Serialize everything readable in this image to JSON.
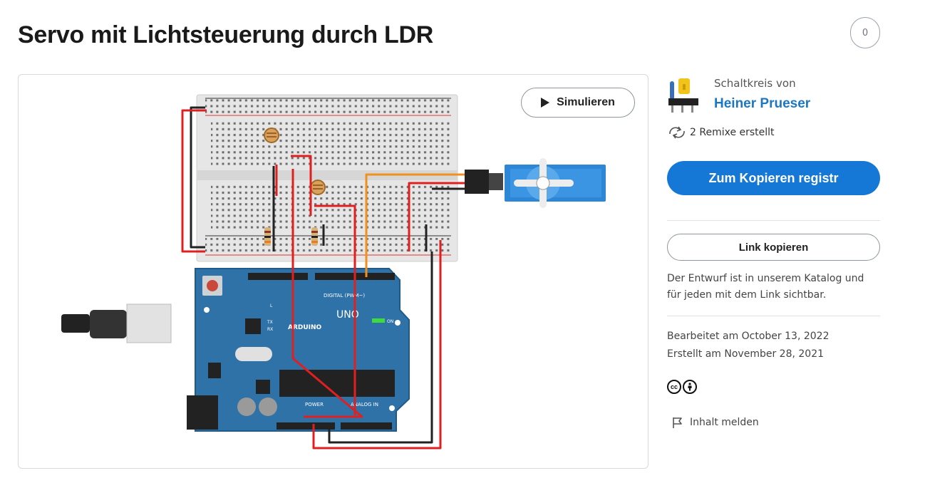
{
  "page": {
    "title": "Servo mit Lichtsteuerung durch LDR",
    "like_count": "0"
  },
  "viewer": {
    "simulate_label": "Simulieren",
    "board_labels": {
      "digital": "DIGITAL (PWM~)",
      "brand": "ARDUINO",
      "model": "UNO",
      "power": "POWER",
      "analog": "ANALOG IN",
      "on": "ON",
      "l": "L",
      "tx": "TX",
      "rx": "RX"
    }
  },
  "sidebar": {
    "author_prefix": "Schaltkreis von",
    "author_name": "Heiner Prueser",
    "remix_text": "2 Remixe erstellt",
    "copy_button": "Zum Kopieren registr",
    "link_button": "Link kopieren",
    "info_text": "Der Entwurf ist in unserem Katalog und für jeden mit dem Link sichtbar.",
    "edited": "Bearbeitet am October 13, 2022",
    "created": "Erstellt am November 28, 2021",
    "license": [
      "cc",
      "by"
    ],
    "report": "Inhalt melden"
  },
  "colors": {
    "accent": "#1577d6",
    "link": "#1c77c3",
    "arduino_board": "#2f72a8",
    "wire_red": "#e02020",
    "wire_black": "#222222",
    "wire_orange": "#f0901e",
    "servo_blue": "#2e86d6"
  }
}
